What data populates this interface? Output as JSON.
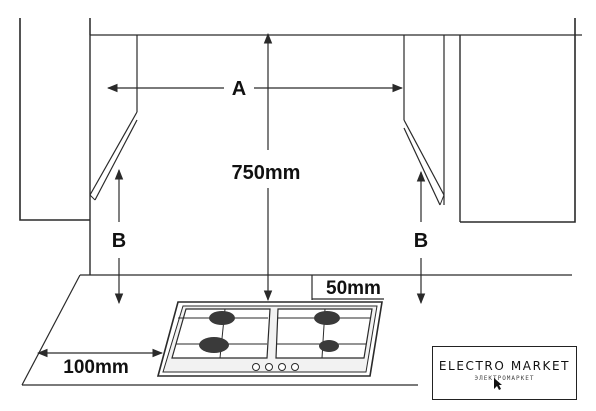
{
  "labels": {
    "width": "A",
    "height": "750mm",
    "side_left": "B",
    "side_right": "B",
    "back": "50mm",
    "front": "100mm"
  },
  "watermark": {
    "title": "ELECTRO MARKET",
    "subtitle": "ЭЛЕКТРОМАРКЕТ"
  },
  "colors": {
    "line": "#2a2a2a",
    "text": "#111111",
    "hob_fill": "#e9e9e9",
    "burner": "#3a3a3a"
  },
  "icons": [
    "cursor-icon"
  ]
}
